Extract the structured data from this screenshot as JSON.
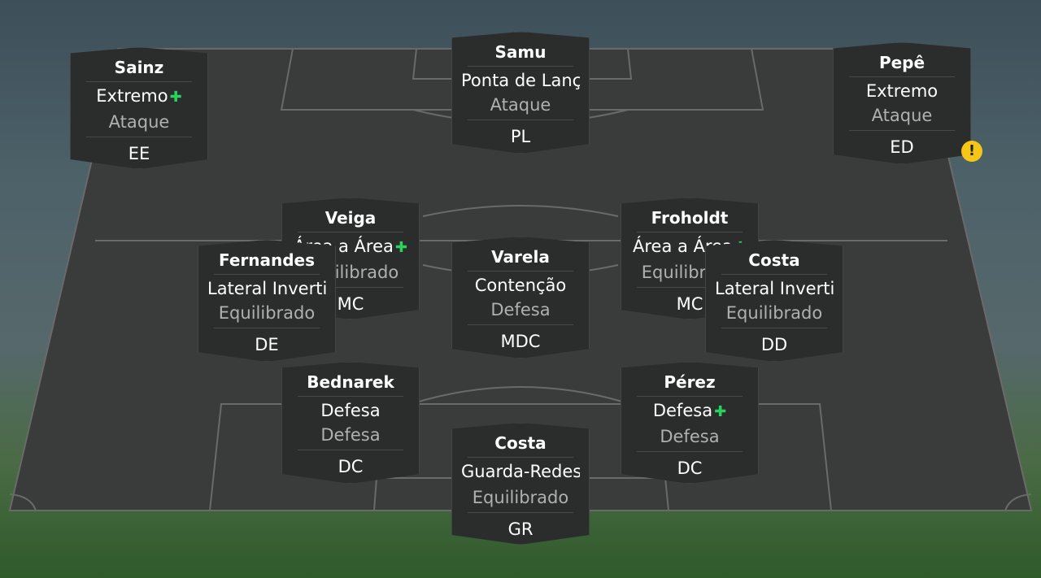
{
  "colors": {
    "card_bg": "#2b2c2c",
    "pitch": "#3a3b3b",
    "plus": "#27d35b",
    "warning": "#f5c518"
  },
  "players": {
    "sainz": {
      "name": "Sainz",
      "role": "Extremo",
      "duty": "Ataque",
      "position": "EE",
      "plus": true
    },
    "samu": {
      "name": "Samu",
      "role": "Ponta de Lanç",
      "duty": "Ataque",
      "position": "PL",
      "plus": false
    },
    "pepe": {
      "name": "Pepê",
      "role": "Extremo",
      "duty": "Ataque",
      "position": "ED",
      "plus": false,
      "warning": true
    },
    "veiga": {
      "name": "Veiga",
      "role": "Área a Área",
      "duty": "Equilibrado",
      "position": "MC",
      "plus": true
    },
    "froholdt": {
      "name": "Froholdt",
      "role": "Área a Área",
      "duty": "Equilibrado",
      "position": "MC",
      "plus": true
    },
    "fernandes": {
      "name": "Fernandes",
      "role": "Lateral Invertido",
      "duty": "Equilibrado",
      "position": "DE",
      "plus": false
    },
    "varela": {
      "name": "Varela",
      "role": "Contenção",
      "duty": "Defesa",
      "position": "MDC",
      "plus": false
    },
    "costa_r": {
      "name": "Costa",
      "role": "Lateral Invertido",
      "duty": "Equilibrado",
      "position": "DD",
      "plus": false
    },
    "bednarek": {
      "name": "Bednarek",
      "role": "Defesa",
      "duty": "Defesa",
      "position": "DC",
      "plus": false
    },
    "perez": {
      "name": "Pérez",
      "role": "Defesa",
      "duty": "Defesa",
      "position": "DC",
      "plus": true
    },
    "costa_gk": {
      "name": "Costa",
      "role": "Guarda-Redes Líbero",
      "duty": "Equilibrado",
      "position": "GR",
      "plus": true
    }
  },
  "warning_glyph": "!"
}
